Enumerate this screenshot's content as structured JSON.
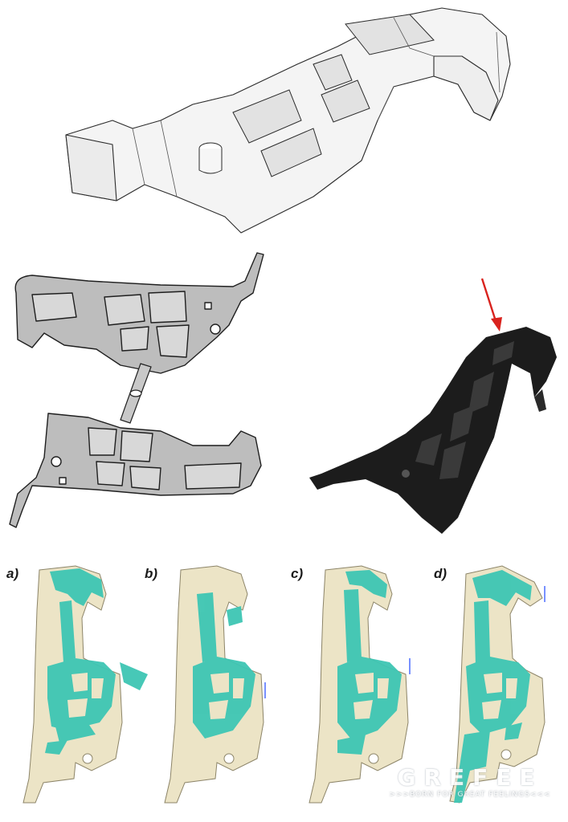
{
  "figure": {
    "sim_labels": [
      "a)",
      "b)",
      "c)",
      "d)"
    ],
    "watermark": {
      "title": "GREFEE",
      "tagline": ">>>BORN FOR GREAT FEELINGS<<<"
    },
    "colors": {
      "cad_line": "#2b2b2b",
      "cad_fill": "#f2f2f2",
      "mold_fill": "#b9b9b9",
      "part_black": "#1c1c1c",
      "arrow": "#d9231e",
      "sim_part": "#ece4c6",
      "sim_flow": "#3ec6b4"
    }
  }
}
